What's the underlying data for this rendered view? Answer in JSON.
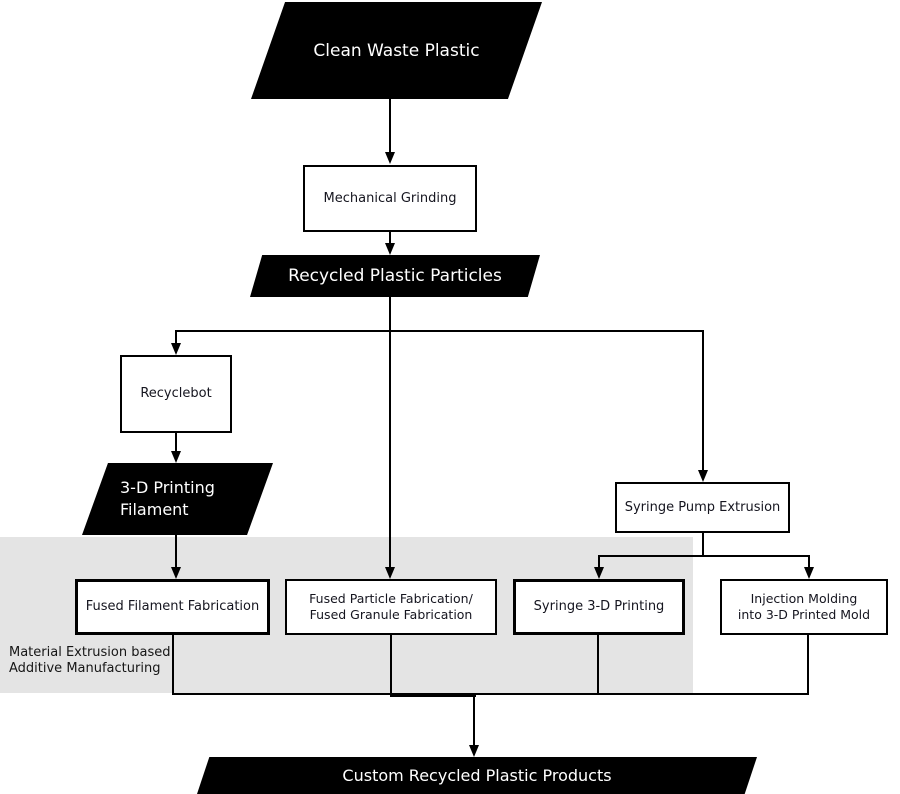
{
  "diagram_type": "flowchart",
  "colors": {
    "node_fill": "#000000",
    "node_text": "#ffffff",
    "box_fill": "#ffffff",
    "box_border": "#000000",
    "box_text": "#15151f",
    "region_fill": "#e4e4e4",
    "line": "#000000"
  },
  "nodes": {
    "clean_waste_plastic": {
      "label": "Clean Waste Plastic"
    },
    "mechanical_grinding": {
      "label": "Mechanical Grinding"
    },
    "recycled_plastic_particles": {
      "label": "Recycled Plastic Particles"
    },
    "recyclebot": {
      "label": "Recyclebot"
    },
    "printing_filament": {
      "line1": "3-D Printing",
      "line2": "Filament"
    },
    "syringe_pump_extrusion": {
      "label": "Syringe Pump Extrusion"
    },
    "fused_filament_fabrication": {
      "label": "Fused Filament Fabrication"
    },
    "fused_particle_fabrication": {
      "line1": "Fused Particle Fabrication/",
      "line2": "Fused Granule Fabrication"
    },
    "syringe_3d_printing": {
      "label": "Syringe 3-D Printing"
    },
    "injection_molding": {
      "line1": "Injection Molding",
      "line2": "into 3-D Printed Mold"
    },
    "custom_products": {
      "label": "Custom Recycled Plastic Products"
    }
  },
  "region": {
    "label_line1": "Material Extrusion based",
    "label_line2": "Additive Manufacturing"
  },
  "edges": [
    "Clean Waste Plastic -> Mechanical Grinding",
    "Mechanical Grinding -> Recycled Plastic Particles",
    "Recycled Plastic Particles -> Recyclebot",
    "Recycled Plastic Particles -> Fused Particle Fabrication/Fused Granule Fabrication",
    "Recycled Plastic Particles -> Syringe Pump Extrusion",
    "Recyclebot -> 3-D Printing Filament",
    "3-D Printing Filament -> Fused Filament Fabrication",
    "Syringe Pump Extrusion -> Syringe 3-D Printing",
    "Syringe Pump Extrusion -> Injection Molding into 3-D Printed Mold",
    "Fused Filament Fabrication -> Custom Recycled Plastic Products",
    "Fused Particle Fabrication -> Custom Recycled Plastic Products",
    "Syringe 3-D Printing -> Custom Recycled Plastic Products",
    "Injection Molding -> Custom Recycled Plastic Products"
  ]
}
